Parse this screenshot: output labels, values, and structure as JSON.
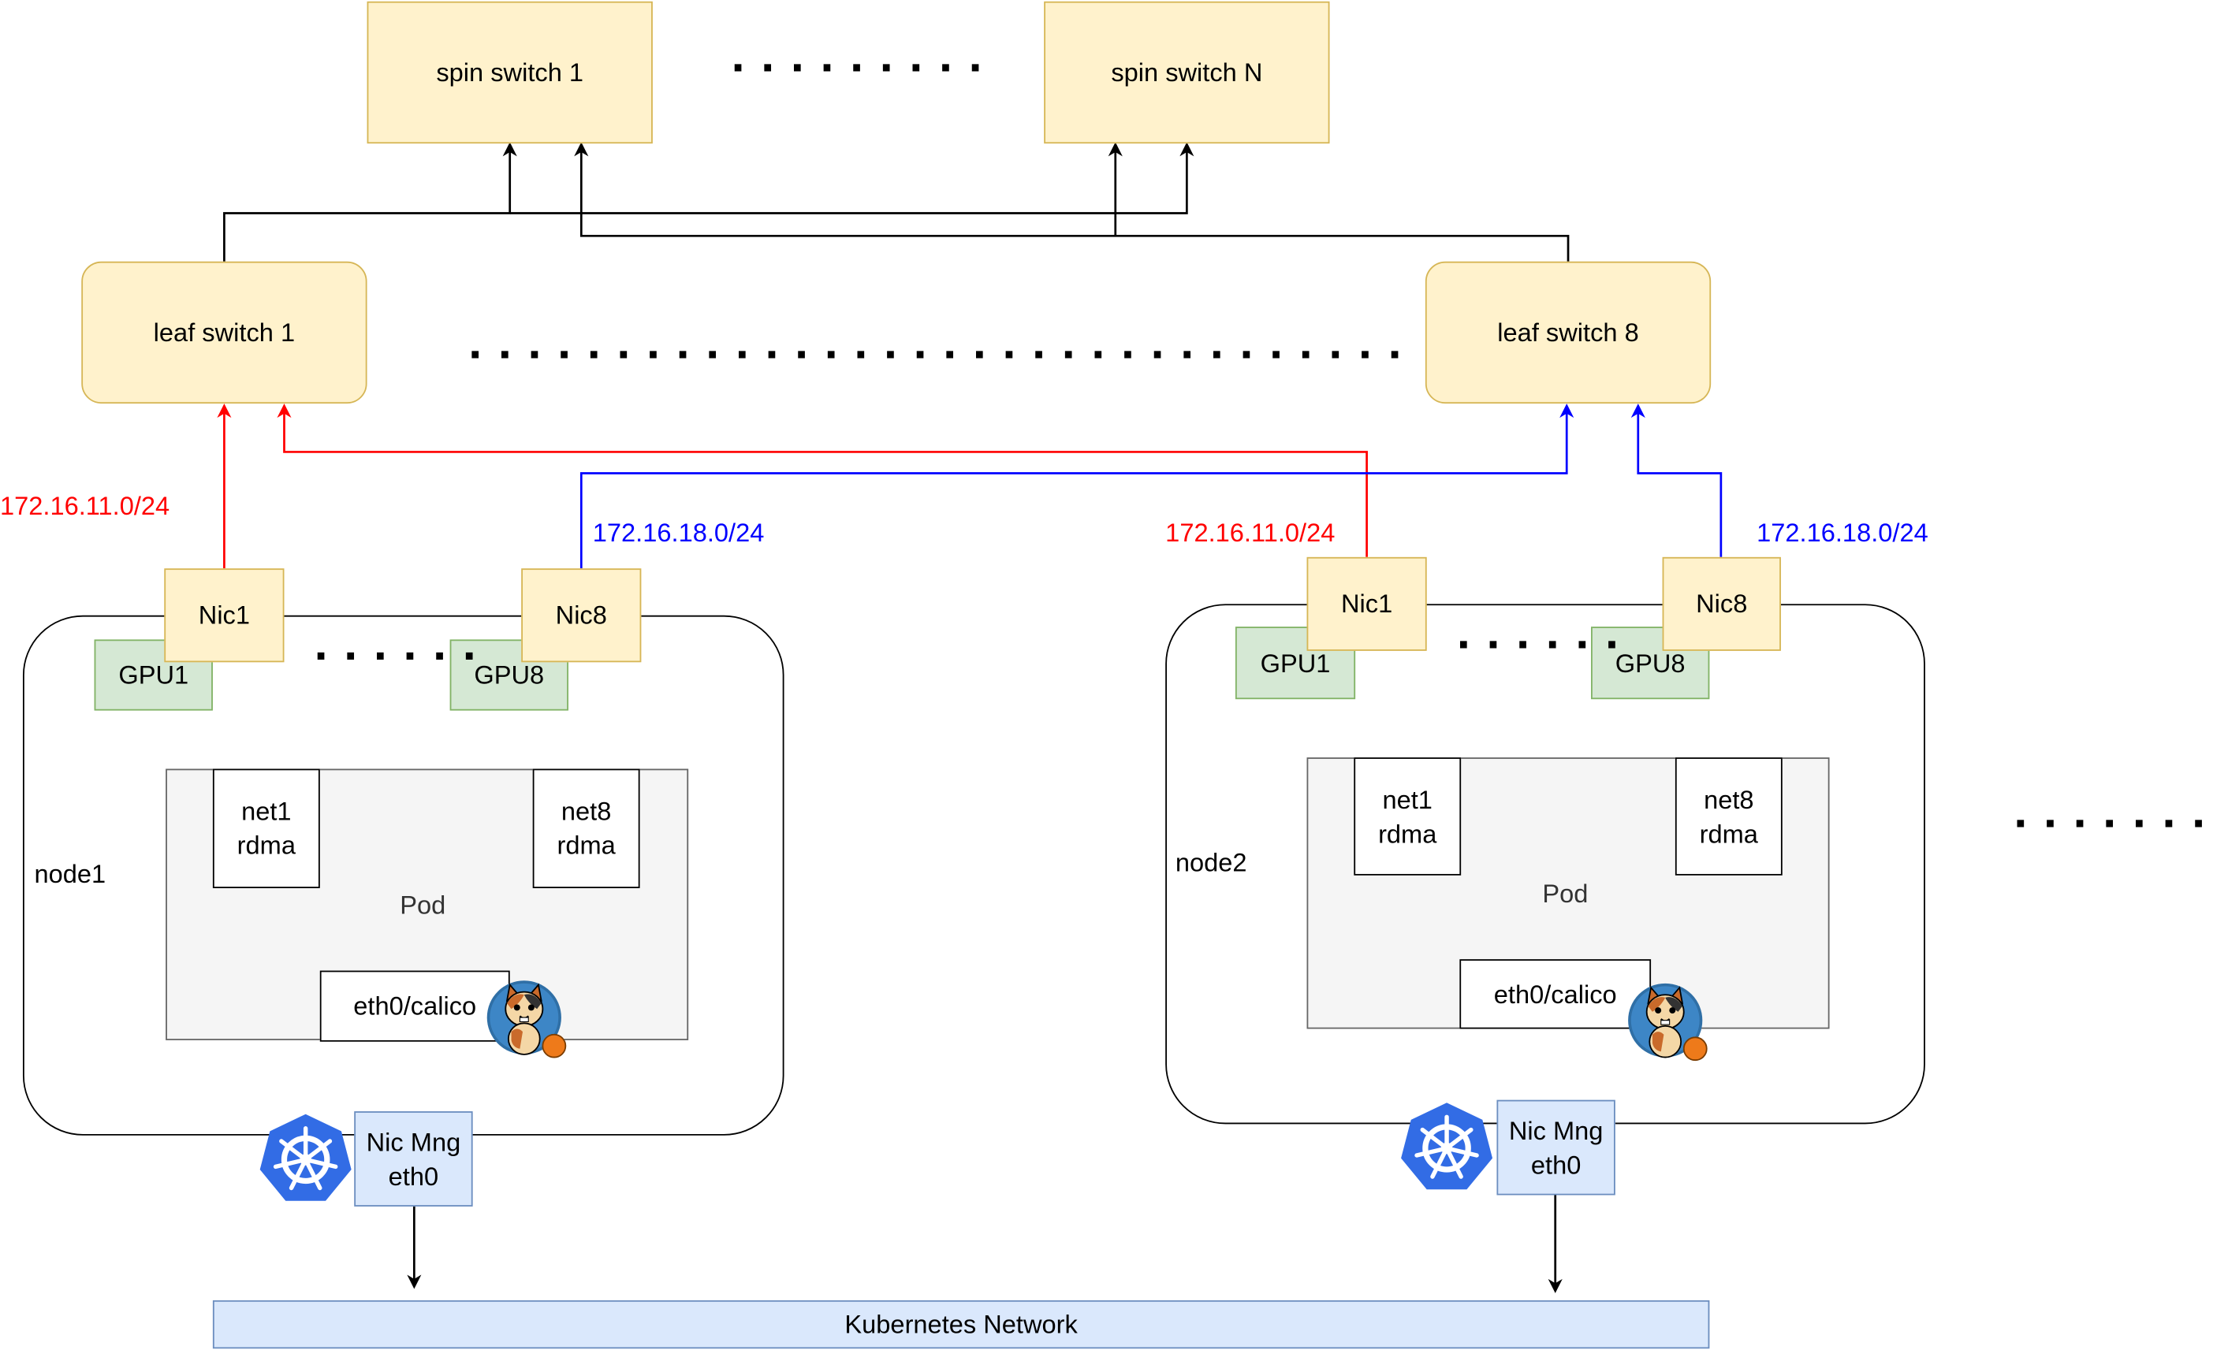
{
  "colors": {
    "switch_fill": "#fff2cc",
    "gpu_fill": "#d5e8d4",
    "mgmt_fill": "#dae8fc",
    "subnet_red": "#ff0000",
    "subnet_blue": "#0000ff"
  },
  "spine": {
    "switch1": "spin switch 1",
    "switchN": "spin switch N",
    "ellipsis": "· · · · · · · · ·"
  },
  "leaf": {
    "switch1": "leaf switch 1",
    "switch8": "leaf switch 8",
    "ellipsis": "· · · · · · · · · · · · · · · · · · · · · · · · · · · · · · · ·"
  },
  "subnets": {
    "red": "172.16.11.0/24",
    "blue": "172.16.18.0/24"
  },
  "nodes": [
    {
      "name": "node1",
      "nic1": "Nic1",
      "nic8": "Nic8",
      "gpu1": "GPU1",
      "gpu8": "GPU8",
      "gpu_ellipsis": "· · · · · ·",
      "pod": "Pod",
      "net1": "net1\nrdma",
      "net8": "net8\nrdma",
      "eth0": "eth0/calico",
      "nic_mng": "Nic Mng\neth0"
    },
    {
      "name": "node2",
      "nic1": "Nic1",
      "nic8": "Nic8",
      "gpu1": "GPU1",
      "gpu8": "GPU8",
      "gpu_ellipsis": "· · · · · ·",
      "pod": "Pod",
      "net1": "net1\nrdma",
      "net8": "net8\nrdma",
      "eth0": "eth0/calico",
      "nic_mng": "Nic Mng\neth0"
    }
  ],
  "nodes_ellipsis": "· · · · · · ·",
  "kubernetes_network": "Kubernetes Network",
  "icons": {
    "calico": "calico-cat-icon",
    "kubernetes": "kubernetes-helm-icon"
  }
}
